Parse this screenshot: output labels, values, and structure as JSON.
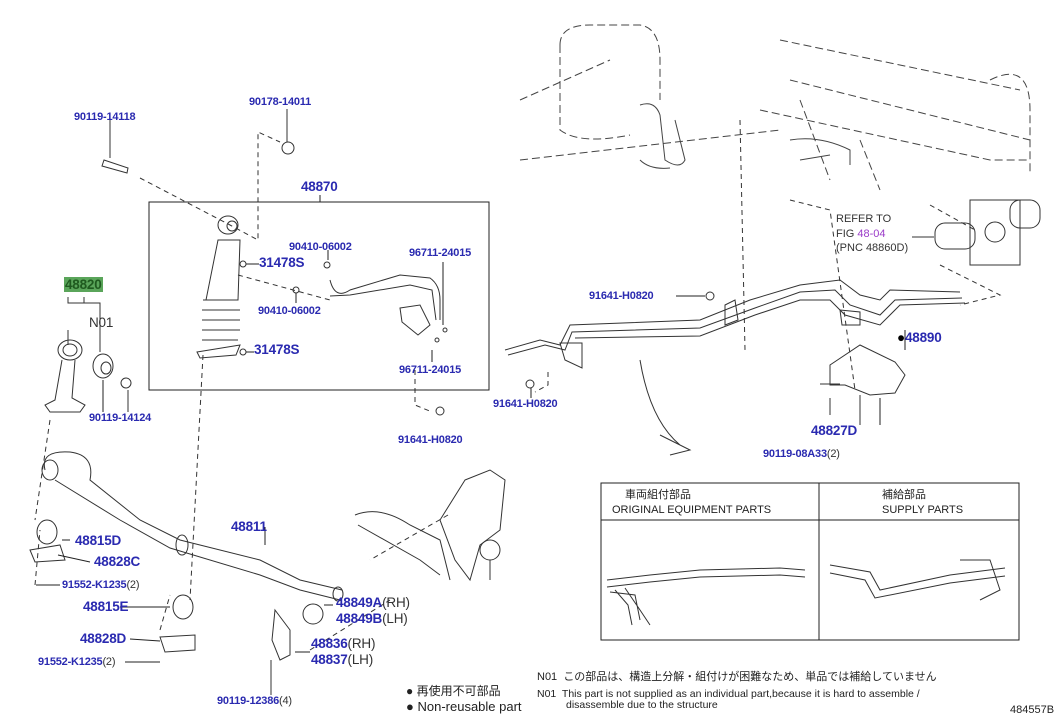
{
  "diagram_id": "484557B",
  "callouts": {
    "c1": "90119-14118",
    "c2": "90178-14011",
    "c3": "48870",
    "c4": "48820",
    "c5": "N01",
    "c6": "90410-06002",
    "c7": "31478S",
    "c8": "96711-24015",
    "c9": "90410-06002",
    "c10": "31478S",
    "c11": "96711-24015",
    "c12": "90119-14124",
    "c13": "91641-H0820",
    "c14": "91641-H0820",
    "c15": "91641-H0820",
    "c16": "48890",
    "c17": "48827D",
    "c18": "90119-08A33",
    "c18q": "(2)",
    "c19": "48815D",
    "c20": "48828C",
    "c21": "91552-K1235",
    "c21q": "(2)",
    "c22": "48811",
    "c23": "48815E",
    "c24": "48828D",
    "c25": "91552-K1235",
    "c25q": "(2)",
    "c26a": "48849A",
    "c26a_s": "(RH)",
    "c26b": "48849B",
    "c26b_s": "(LH)",
    "c27a": "48836",
    "c27a_s": "(RH)",
    "c27b": "48837",
    "c27b_s": "(LH)",
    "c28": "90119-12386",
    "c28q": "(4)"
  },
  "refer": {
    "line1": "REFER TO",
    "fig_prefix": "FIG ",
    "fig_link": "48-04",
    "pnc": "(PNC 48860D)"
  },
  "parts_table": {
    "col1_jp": "車両組付部品",
    "col1_en": "ORIGINAL EQUIPMENT PARTS",
    "col2_jp": "補給部品",
    "col2_en": "SUPPLY PARTS"
  },
  "legend": {
    "jp": "再使用不可部品",
    "en": "Non-reusable part",
    "bullet": "●"
  },
  "notes": {
    "code": "N01",
    "jp": "この部品は、構造上分解・組付けが困難なため、単品では補給していません",
    "en_line1": "This part is not supplied as an individual part,because it is hard to assemble /",
    "en_line2": "disassemble due to the structure"
  },
  "colors": {
    "label": "#2a2ab0",
    "highlight": "#5aa55a",
    "link": "#9a3bc8"
  }
}
